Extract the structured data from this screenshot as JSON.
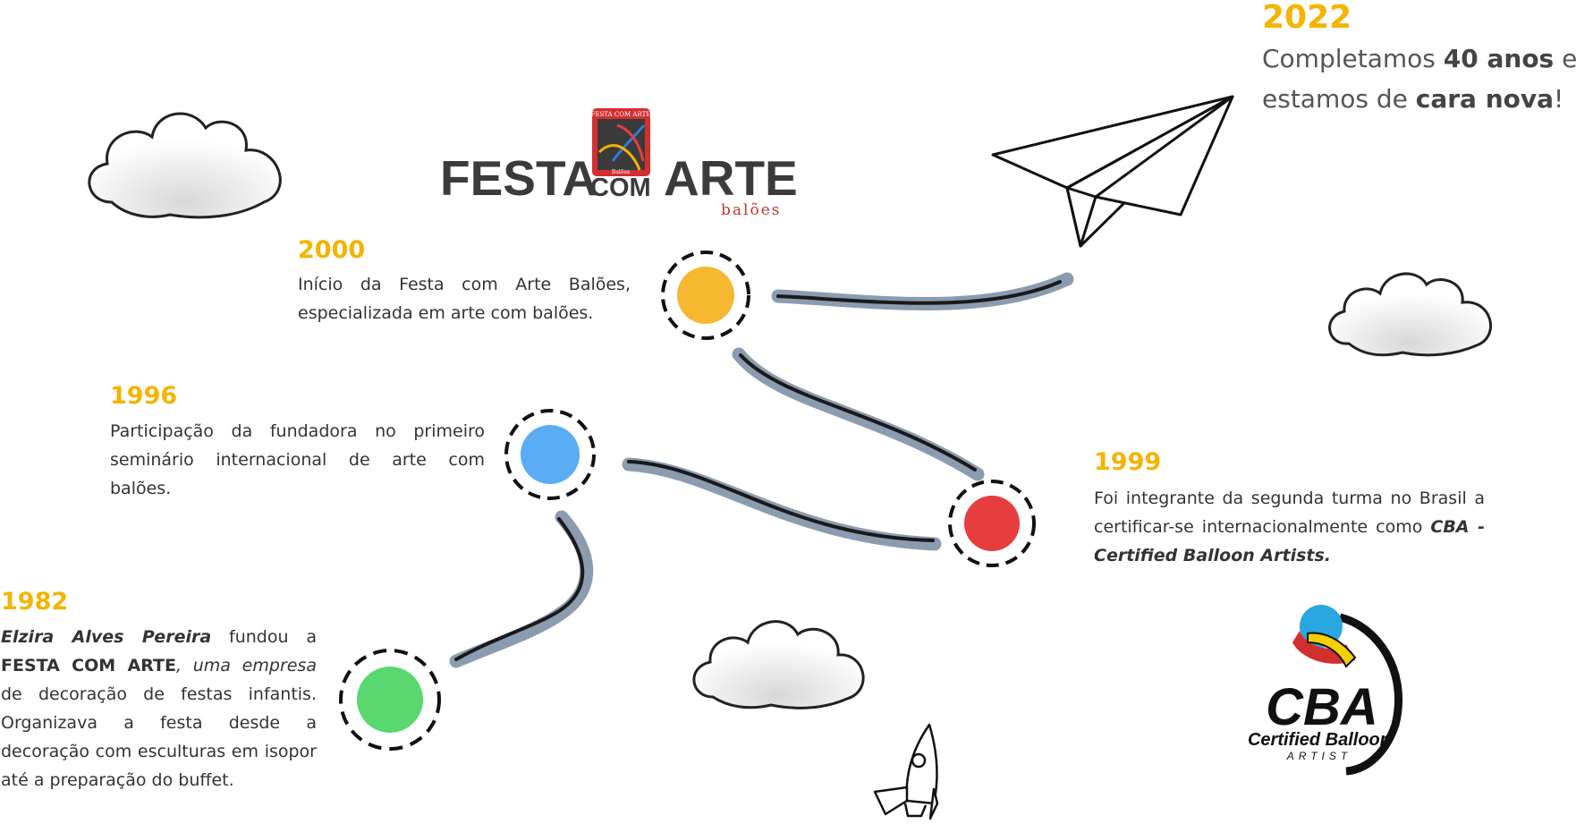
{
  "colors": {
    "year": "#f4b400",
    "path_outer": "#8b9cb0",
    "path_inner": "#1a1a1a",
    "dot_2000": "#f7b831",
    "dot_1996": "#5aacf4",
    "dot_1999": "#e63e3e",
    "dot_1982": "#5ad870",
    "ring": "#111111"
  },
  "icons": [
    "cloud-icon",
    "paper-plane-icon",
    "rocket-icon"
  ],
  "logo": {
    "festa": "FESTA",
    "com": "COM",
    "arte": "ARTE",
    "baloes": "balões",
    "badge_top": "FESTA COM ARTE",
    "badge_bottom": "Balões"
  },
  "cba_logo": {
    "abbr": "CBA",
    "line1": "Certified Balloon",
    "line2": "ARTIST"
  },
  "milestones": {
    "m2022": {
      "year": "2022",
      "t1": "Completamos ",
      "b1": "40 anos",
      "t2": " e",
      "t3": "estamos de ",
      "b2": "cara nova",
      "t4": "!"
    },
    "m2000": {
      "year": "2000",
      "text": "Início da Festa com Arte Balões, especializada em arte com balões."
    },
    "m1996": {
      "year": "1996",
      "text": "Participação da fundadora no primeiro seminário internacional de arte com balões."
    },
    "m1999": {
      "year": "1999",
      "t1": "Foi integrante da segunda turma no Brasil a certificar-se internacionalmente como ",
      "b1": "CBA - Certified Balloon Artists."
    },
    "m1982": {
      "year": "1982",
      "b1": "Elzira Alves Pereira",
      "t1": " fundou a ",
      "b2": "FESTA COM ARTE",
      "i1": ", uma empresa",
      "t2": " de decoração de festas infantis. Organizava a festa desde a decoração com esculturas em isopor até a preparação do buffet."
    }
  }
}
